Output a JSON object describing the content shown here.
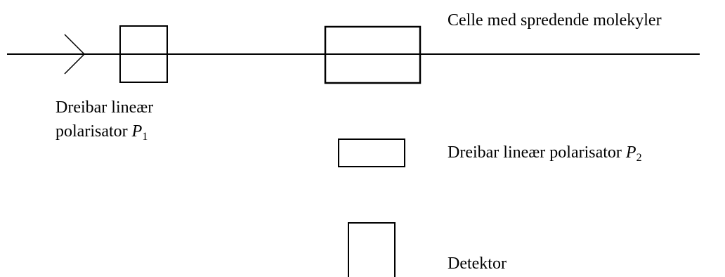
{
  "labels": {
    "cell": "Celle med spredende molekyler",
    "polarizer1_line1": "Dreibar lineær",
    "polarizer1_line2_text": "polarisator",
    "polarizer1_symbol": "P",
    "polarizer1_subscript": "1",
    "polarizer2_text": "Dreibar lineær polarisator",
    "polarizer2_symbol": "P",
    "polarizer2_subscript": "2",
    "detector": "Detektor"
  },
  "colors": {
    "stroke": "#000000",
    "background": "#ffffff"
  }
}
